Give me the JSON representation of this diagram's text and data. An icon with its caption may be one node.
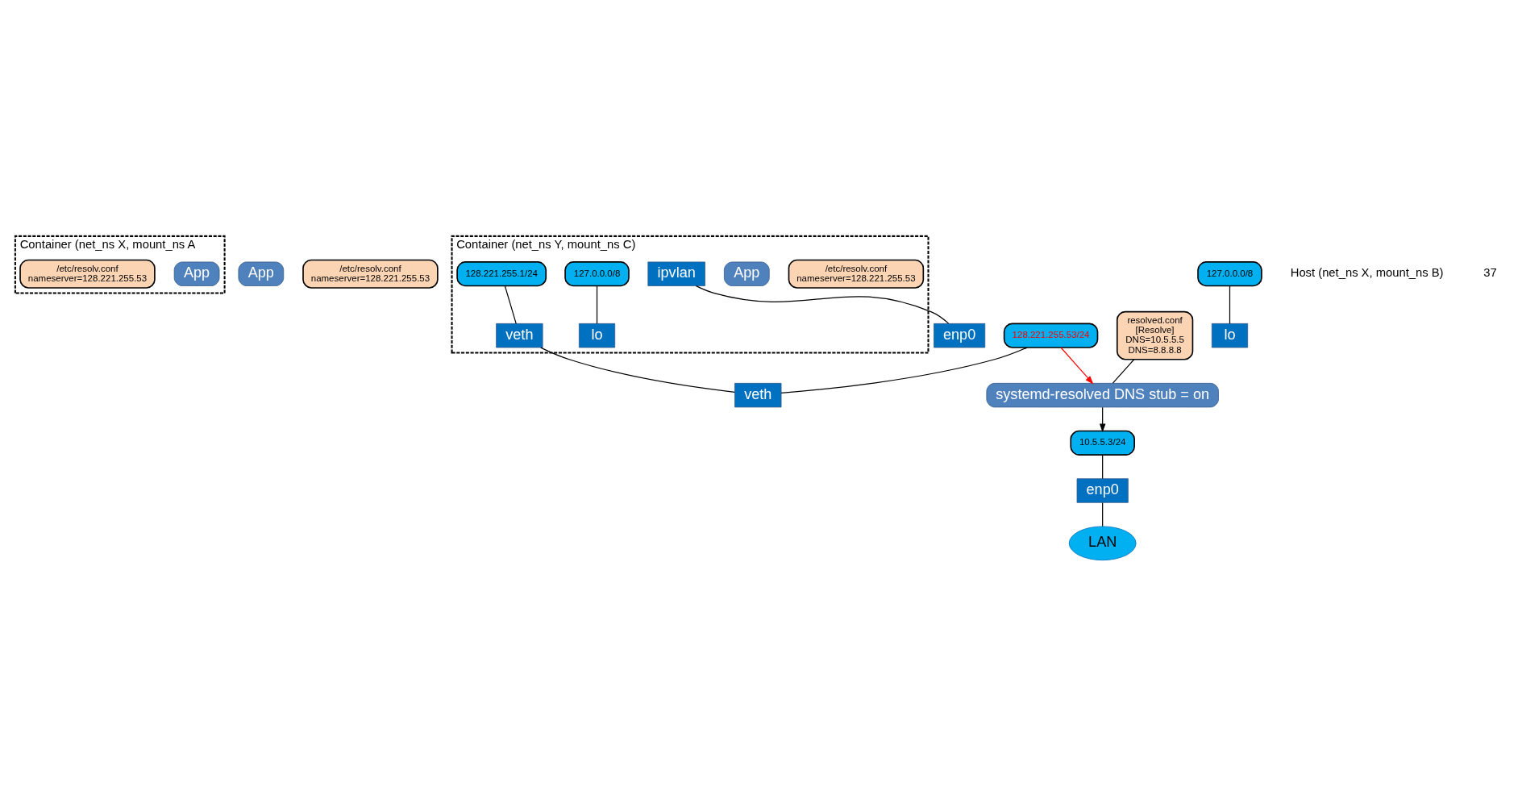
{
  "diagram": {
    "nodes": [
      {
        "text": [
          "Container (net_ns X, mount_ns A"
        ]
      },
      {
        "text": [
          "App"
        ],
        "in": 0
      },
      {
        "text": [
          "/etc/resolv.conf",
          "nameserver=128.221.255.53"
        ],
        "in": 0
      },
      {
        "text": [
          "App"
        ]
      },
      {
        "text": [
          "/etc/resolv.conf",
          "nameserver=128.221.255.53"
        ]
      },
      {
        "text": [
          "Container (net_ns Y, mount_ns C)"
        ]
      },
      {
        "text": [
          "/etc/resolv.conf",
          "nameserver=128.221.255.53"
        ],
        "in": 5
      },
      {
        "text": [
          "App"
        ],
        "in": 5
      },
      {
        "text": [
          "127.0.0.0/8"
        ],
        "in": 5
      },
      {
        "text": [
          "128.221.255.1/24"
        ],
        "in": 5
      },
      {
        "text": [
          "ipvlan"
        ],
        "in": 5
      },
      {
        "text": [
          "lo"
        ],
        "in": 5
      },
      {
        "text": [
          "veth"
        ],
        "in": 5
      },
      {
        "text": [
          "systemd-resolved DNS stub = on"
        ]
      },
      {
        "text": [
          "resolved.conf",
          "[Resolve]",
          "DNS=10.5.5.5",
          "DNS=8.8.8.8"
        ]
      },
      {
        "text": [
          "128.221.255.53/24"
        ]
      },
      {
        "text": [
          "127.0.0.0/8"
        ]
      },
      {
        "text": [
          "10.5.5.3/24"
        ]
      },
      {
        "text": [
          "veth"
        ]
      },
      {
        "text": [
          "lo"
        ]
      },
      {
        "text": [
          "enp0"
        ]
      },
      {
        "text": [
          "enp0"
        ]
      },
      {
        "text": [
          "LAN"
        ]
      }
    ],
    "edges": [
      {
        "from": 14,
        "to": 13,
        "arrow": "none"
      },
      {
        "from": 15,
        "to": 13,
        "arrow": "to",
        "color": "#ff0000"
      },
      {
        "from": 13,
        "to": 17,
        "arrow": "to"
      },
      {
        "from": 8,
        "to": 11,
        "arrow": "none"
      },
      {
        "from": 9,
        "to": 12,
        "arrow": "none"
      },
      {
        "from": 12,
        "to": 18,
        "arrow": "none"
      },
      {
        "from": 10,
        "to": 21,
        "arrow": "none"
      },
      {
        "from": 15,
        "to": 18,
        "arrow": "none"
      },
      {
        "from": 16,
        "to": 19,
        "arrow": "none"
      },
      {
        "from": 17,
        "to": 20,
        "arrow": "none"
      },
      {
        "from": 20,
        "to": 22,
        "arrow": "none"
      }
    ],
    "labels": [
      "Host (net_ns X, mount_ns B)",
      "37"
    ]
  }
}
